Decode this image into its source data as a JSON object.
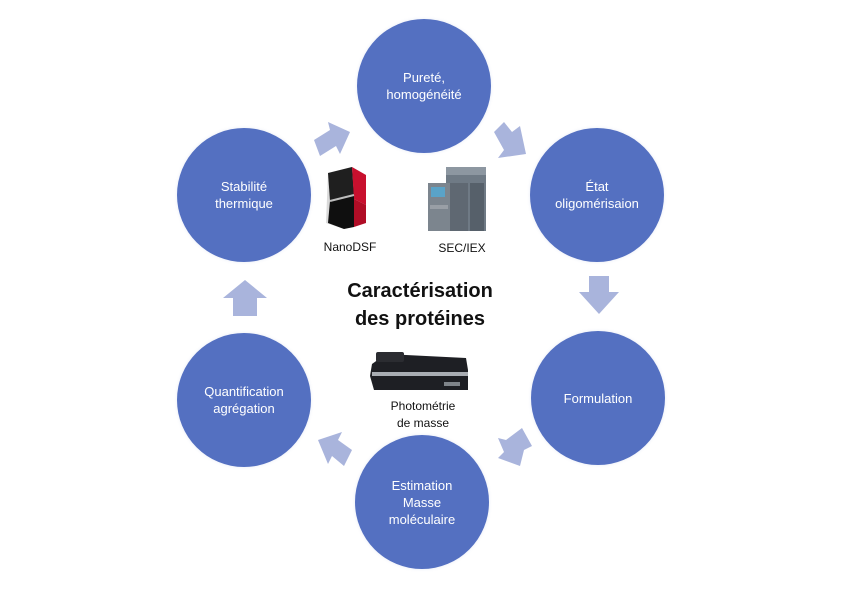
{
  "title": "Caractérisation\ndes protéines",
  "colors": {
    "circle_fill": "#5470c1",
    "circle_text": "#ffffff",
    "arrow_fill": "#a9b4dc",
    "title_text": "#111111"
  },
  "steps": [
    {
      "id": "purete",
      "label": "Pureté,\nhomogénéité"
    },
    {
      "id": "etat",
      "label": "État\noligomérisaion"
    },
    {
      "id": "formulation",
      "label": "Formulation"
    },
    {
      "id": "masse",
      "label": "Estimation\nMasse\nmoléculaire"
    },
    {
      "id": "quantification",
      "label": "Quantification\nagrégation"
    },
    {
      "id": "stabilite",
      "label": "Stabilité\nthermique"
    }
  ],
  "instruments": [
    {
      "name": "nanodsf",
      "label": "NanoDSF"
    },
    {
      "name": "sec-iex",
      "label": "SEC/IEX"
    },
    {
      "name": "mass-photometry",
      "label": "Photométrie\nde masse"
    }
  ],
  "flow": {
    "direction": "clockwise",
    "arrow_icon": "block-arrow"
  }
}
